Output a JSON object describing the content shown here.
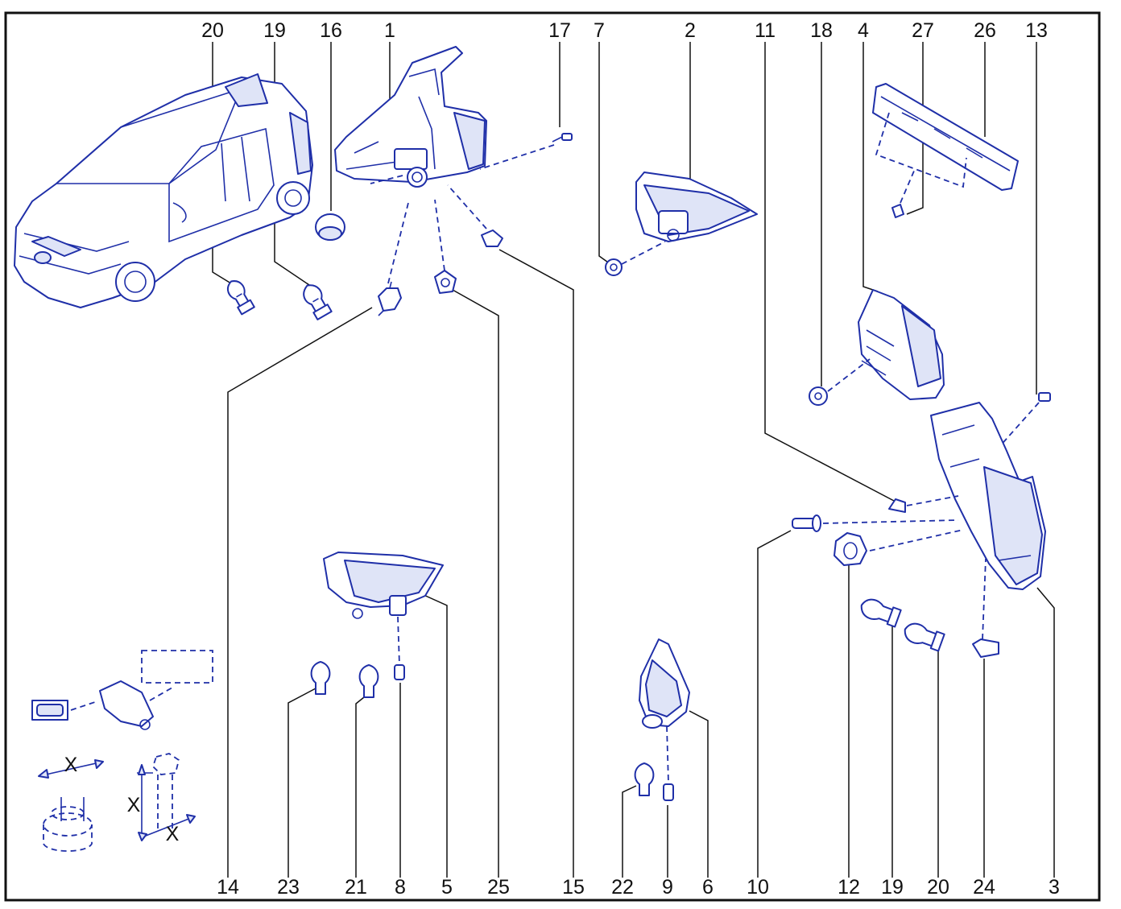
{
  "diagram": {
    "top_labels": [
      "20",
      "19",
      "16",
      "1",
      "17",
      "7",
      "2",
      "11",
      "18",
      "4",
      "27",
      "26",
      "13"
    ],
    "bottom_labels": [
      "14",
      "23",
      "21",
      "8",
      "5",
      "25",
      "15",
      "22",
      "9",
      "6",
      "10",
      "12",
      "19",
      "20",
      "24",
      "3"
    ],
    "dimension_marks": [
      "X",
      "X",
      "X"
    ],
    "colors": {
      "line": "#1f2fa8",
      "tint": "#dfe4f7",
      "text": "#111111",
      "background": "#ffffff"
    },
    "icons": [
      "vehicle-icon",
      "bulb-icon",
      "screw-icon",
      "clip-icon",
      "grommet-icon",
      "nut-icon",
      "bulb-holder-icon",
      "rear-lamp-icon",
      "fog-lamp-icon",
      "reverse-lamp-icon",
      "plate-light-icon",
      "bolt-icon"
    ]
  }
}
